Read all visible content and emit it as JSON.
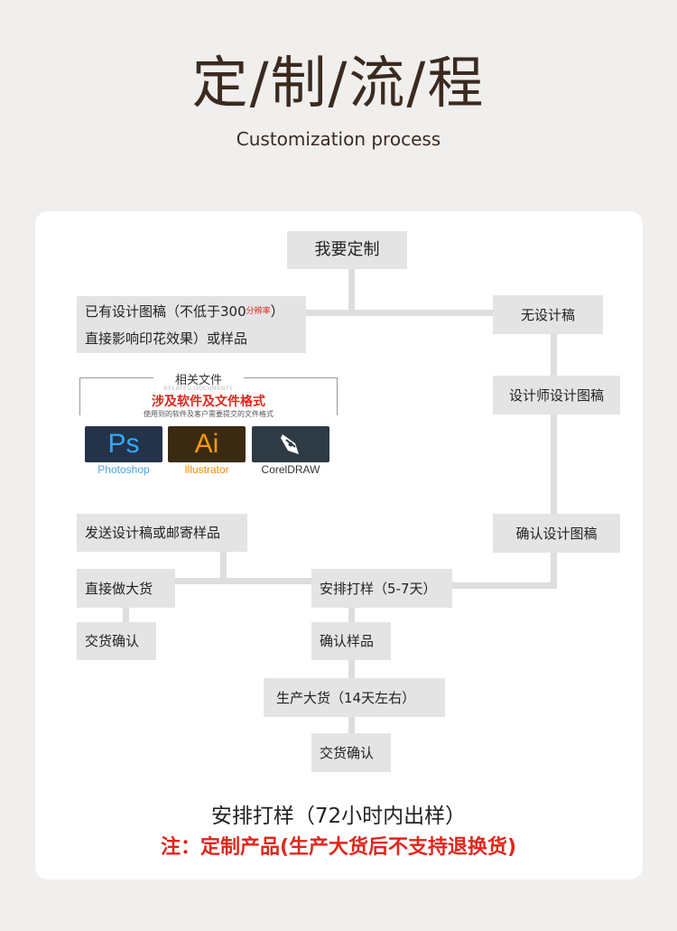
{
  "header": {
    "title": "定/制/流/程",
    "subtitle": "Customization process"
  },
  "flow": {
    "start": "我要定制",
    "has_design_line1": "已有设计图稿（不低于300",
    "has_design_sup": "分辨率",
    "has_design_paren": "）",
    "has_design_line2": "直接影响印花效果）或样品",
    "no_design": "无设计稿",
    "designer": "设计师设计图稿",
    "confirm_design": "确认设计图稿",
    "send_sample": "发送设计稿或邮寄样品",
    "direct_bulk": "直接做大货",
    "deliver_confirm_left": "交货确认",
    "arrange_sample": "安排打样（5-7天）",
    "confirm_sample": "确认样品",
    "production": "生产大货（14天左右）",
    "deliver_confirm_bottom": "交货确认"
  },
  "related": {
    "title": "相关文件",
    "subtitle": "RELATED DOCUMENTS",
    "heading": "涉及软件及文件格式",
    "desc": "使用到的软件及客户需要提交的文件格式",
    "software": [
      {
        "icon_text": "Ps",
        "label": "Photoshop",
        "icon_color": "#31a8ff",
        "label_color": "#4aa3df"
      },
      {
        "icon_text": "Ai",
        "label": "Illustrator",
        "icon_color": "#ff9a00",
        "label_color": "#f08c00"
      },
      {
        "icon_text": "",
        "label": "CorelDRAW",
        "icon_color": "#ffffff",
        "label_color": "#333333"
      }
    ]
  },
  "footer": {
    "line1": "安排打样（72小时内出样）",
    "line2": "注：定制产品(生产大货后不支持退换货)"
  }
}
